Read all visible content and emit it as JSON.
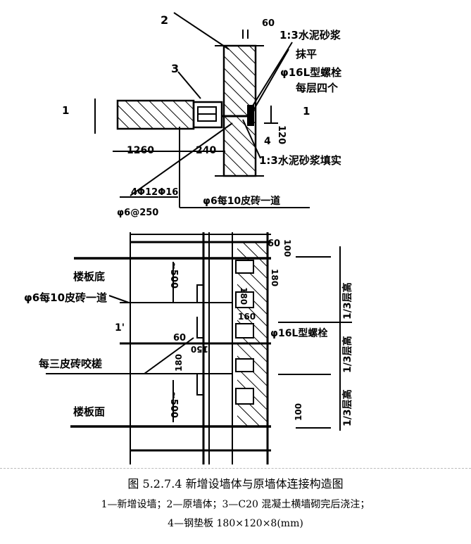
{
  "plan": {
    "label_2": "2",
    "label_3": "3",
    "label_4": "4",
    "section_left": "1",
    "section_right": "1",
    "dim_60": "60",
    "dim_1260": "1260",
    "dim_240": "240",
    "dim_120": "120",
    "note_mortar_top_1": "1:3水泥砂浆",
    "note_mortar_top_2": "抹平",
    "note_bolt_1": "φ16L型螺栓",
    "note_bolt_2": "每层四个",
    "note_mortar_fill": "1:3水泥砂浆填实",
    "note_rebar": "4Φ12Φ16",
    "note_stirrup": "φ6@250",
    "note_tie": "φ6每10皮砖一道"
  },
  "section": {
    "slab_bottom": "楼板底",
    "tie": "φ6每10皮砖一道",
    "section_mark": "1'",
    "interlock": "每三皮砖咬槎",
    "slab_top": "楼板面",
    "dim_500_top": "~500",
    "dim_500_bottom": "~500",
    "dim_60a": "60",
    "dim_60b": "60",
    "dim_100_top": "100",
    "dim_180a": "180",
    "dim_180b": "180",
    "dim_180c": "180",
    "dim_160": "160",
    "dim_150": "150",
    "dim_100_bottom": "100",
    "third_1": "1/3层高",
    "third_2": "1/3层高",
    "third_3": "1/3层高",
    "bolt": "φ16L型螺栓"
  },
  "caption": {
    "title": "图 5.2.7.4 新增设墙体与原墙体连接构造图",
    "legend_1": "1—新增设墙；2—原墙体；3—C20 混凝土横墙砌完后浇注；",
    "legend_2": "4—钢垫板 180×120×8(mm)"
  }
}
